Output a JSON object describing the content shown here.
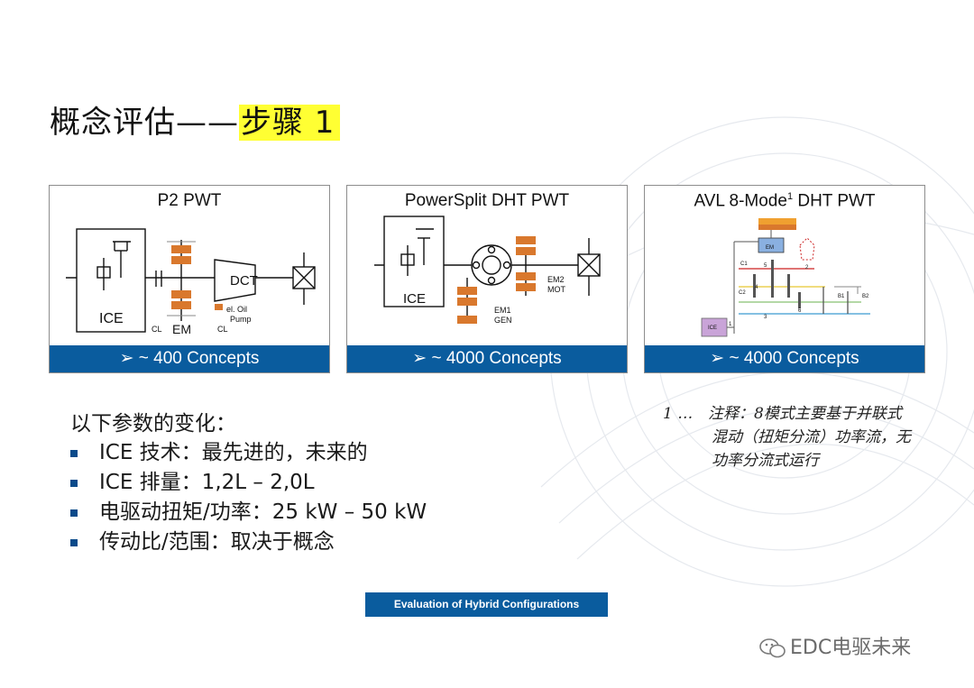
{
  "slide": {
    "title_prefix": "概念评估——",
    "title_highlight": "步骤 1"
  },
  "panels": [
    {
      "title": "P2 PWT",
      "bar": "➢  ~ 400 Concepts",
      "labels": {
        "ice": "ICE",
        "em": "EM",
        "dct": "DCT",
        "cl1": "CL",
        "cl2": "CL",
        "oil1": "el. Oil",
        "oil2": "Pump"
      }
    },
    {
      "title": "PowerSplit DHT PWT",
      "bar": "➢  ~ 4000 Concepts",
      "labels": {
        "ice": "ICE",
        "em1": "EM1",
        "gen": "GEN",
        "em2": "EM2",
        "mot": "MOT"
      }
    },
    {
      "title_main": "AVL 8-Mode",
      "title_sup": "1",
      "title_tail": " DHT PWT",
      "bar": "➢  ~ 4000 Concepts",
      "labels": {
        "ice": "ICE",
        "em": "EM",
        "c1": "C1",
        "c2": "C2",
        "b1": "B1",
        "b2": "B2",
        "n1": "1",
        "n2": "2",
        "n3": "3",
        "n4": "4",
        "n5": "5",
        "n6": "6"
      }
    }
  ],
  "params": {
    "heading": "以下参数的变化：",
    "items": [
      "ICE 技术：最先进的，未来的",
      "ICE 排量：1,2L – 2,0L",
      "电驱动扭矩/功率：25 kW – 50 kW",
      "传动比/范围：取决于概念"
    ]
  },
  "note": {
    "number": "1 …",
    "line1": "注释：8模式主要基于并联式",
    "line2": "混动（扭矩分流）功率流，无",
    "line3": "功率分流式运行"
  },
  "footer": {
    "label": "Evaluation of Hybrid Configurations"
  },
  "watermark": {
    "text": "EDC电驱未来"
  },
  "colors": {
    "accent_blue": "#0a5c9e",
    "highlight": "#ffff33",
    "orange": "#d9782d"
  }
}
